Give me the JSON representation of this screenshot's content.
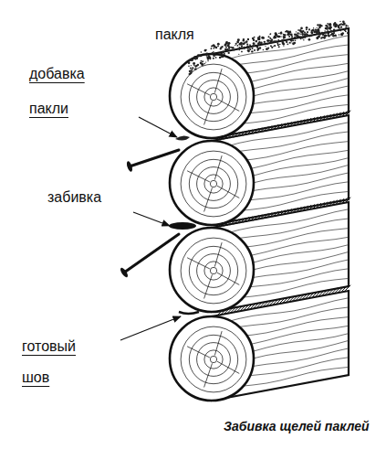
{
  "diagram": {
    "caption": "Забивка щелей паклей",
    "labels": [
      "пакля",
      "добавка пакли",
      "забивка",
      "готовый шов"
    ]
  }
}
